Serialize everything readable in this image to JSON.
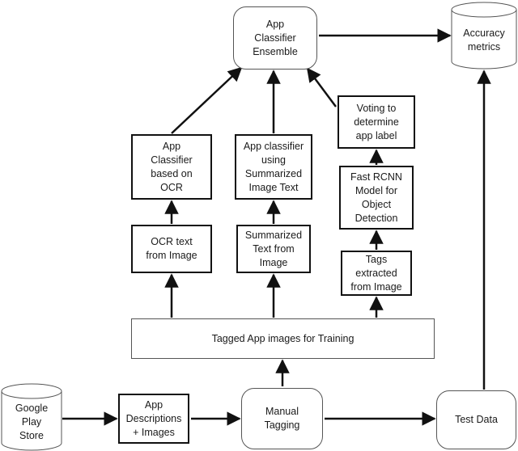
{
  "nodes": {
    "ensemble": "App\nClassifier\nEnsemble",
    "accuracy": "Accuracy\nmetrics",
    "voting": "Voting to\ndetermine\napp label",
    "ocr_classifier": "App\nClassifier\nbased on\nOCR",
    "summ_classifier": "App classifier\nusing\nSummarized\nImage Text",
    "rcnn": "Fast RCNN\nModel for\nObject\nDetection",
    "ocr_text": "OCR text\nfrom Image",
    "summ_text": "Summarized\nText from\nImage",
    "tags": "Tags\nextracted\nfrom Image",
    "training": "Tagged App images for Training",
    "google_play": "Google\nPlay\nStore",
    "app_desc": "App\nDescriptions\n+ Images",
    "manual": "Manual\nTagging",
    "test_data": "Test Data"
  }
}
